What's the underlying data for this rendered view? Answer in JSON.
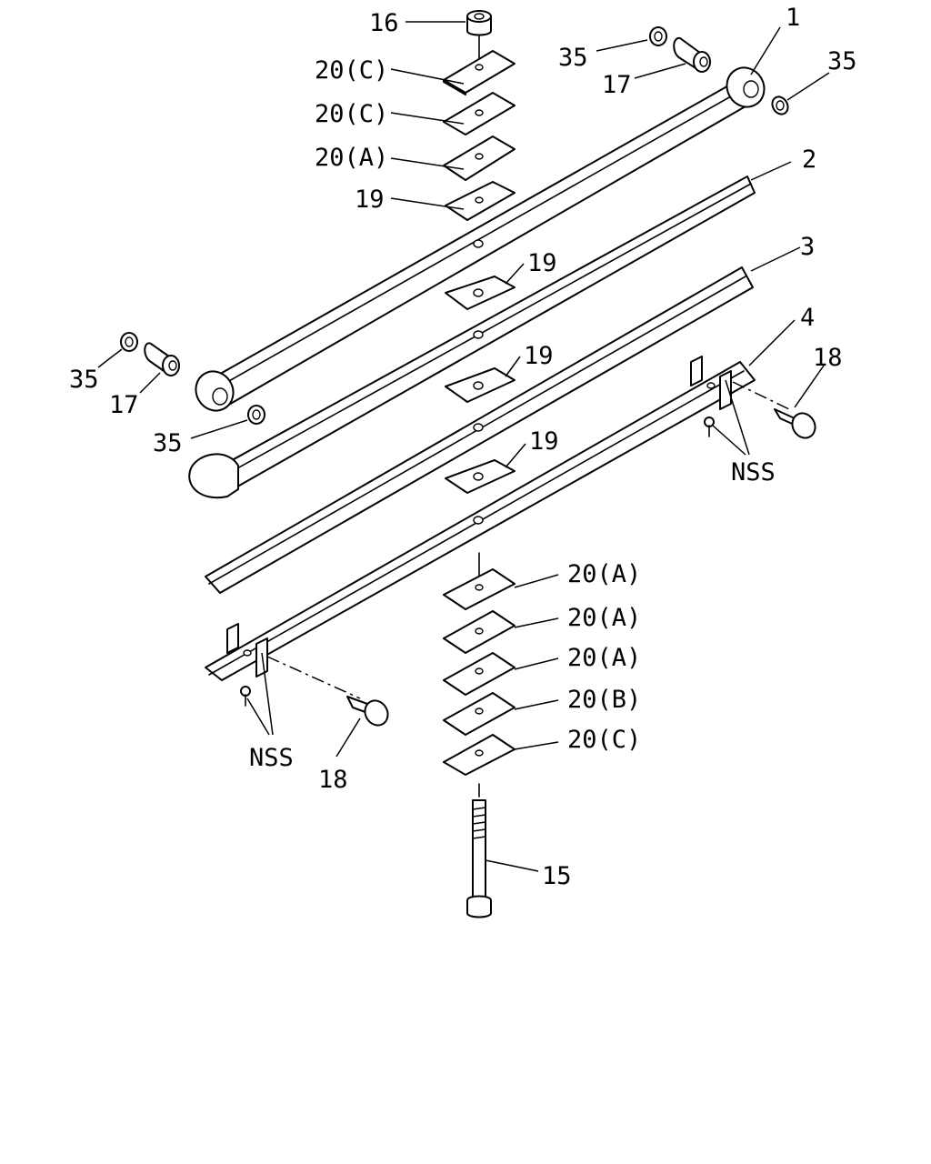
{
  "diagram": {
    "callouts": {
      "c16": "16",
      "c20c_top1": "20(C)",
      "c20c_top2": "20(C)",
      "c20a_top": "20(A)",
      "c19_top": "19",
      "c35_top_left": "35",
      "c17_top": "17",
      "c1": "1",
      "c35_top_right": "35",
      "c2": "2",
      "c19_b": "19",
      "c3": "3",
      "c19_c": "19",
      "c4": "4",
      "c18_right": "18",
      "c19_d": "19",
      "c35_left": "35",
      "c17_left": "17",
      "c35_mid": "35",
      "nss_right": "NSS",
      "c20a_b1": "20(A)",
      "c20a_b2": "20(A)",
      "c20a_b3": "20(A)",
      "c20b": "20(B)",
      "c20c_bottom": "20(C)",
      "nss_left": "NSS",
      "c18_left": "18",
      "c15": "15"
    }
  }
}
